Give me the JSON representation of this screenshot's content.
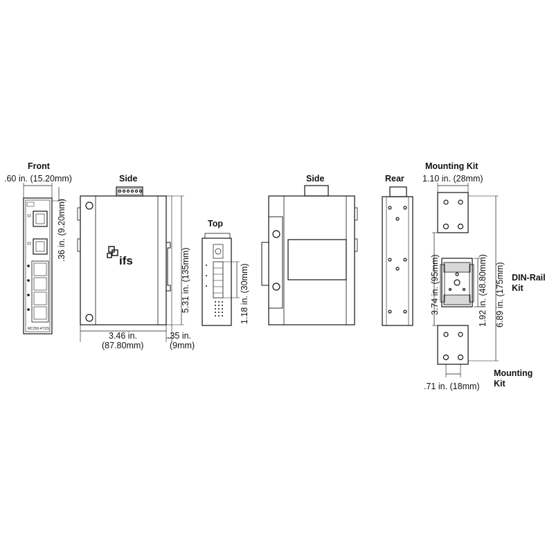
{
  "views": {
    "front": "Front",
    "side_left": "Side",
    "top": "Top",
    "side_right": "Side",
    "rear": "Rear",
    "mounting_kit_top": "Mounting Kit",
    "din_rail_kit_line1": "DIN-Rail",
    "din_rail_kit_line2": "Kit",
    "mounting_kit_bottom_line1": "Mounting",
    "mounting_kit_bottom_line2": "Kit"
  },
  "brand": {
    "logo_text": "ifs",
    "model_label": "MC250-4T/2S"
  },
  "dimensions": {
    "front_width": ".60 in. (15.20mm)",
    "front_depth": ".36 in. (9.20mm)",
    "side_height": "5.31 in. (135mm)",
    "side_width_line1": "3.46 in.",
    "side_width_line2": "(87.80mm)",
    "clip_width_line1": ".35 in.",
    "clip_width_line2": "(9mm)",
    "top_height": "1.18 in. (30mm)",
    "kit_top_width": "1.10 in. (28mm)",
    "kit_spacing": "3.74 in. (95mm)",
    "din_height": "1.92 in. (48.80mm)",
    "kit_total_height": "6.89 in. (175mm)",
    "kit_bottom_width": ".71 in. (18mm)"
  }
}
